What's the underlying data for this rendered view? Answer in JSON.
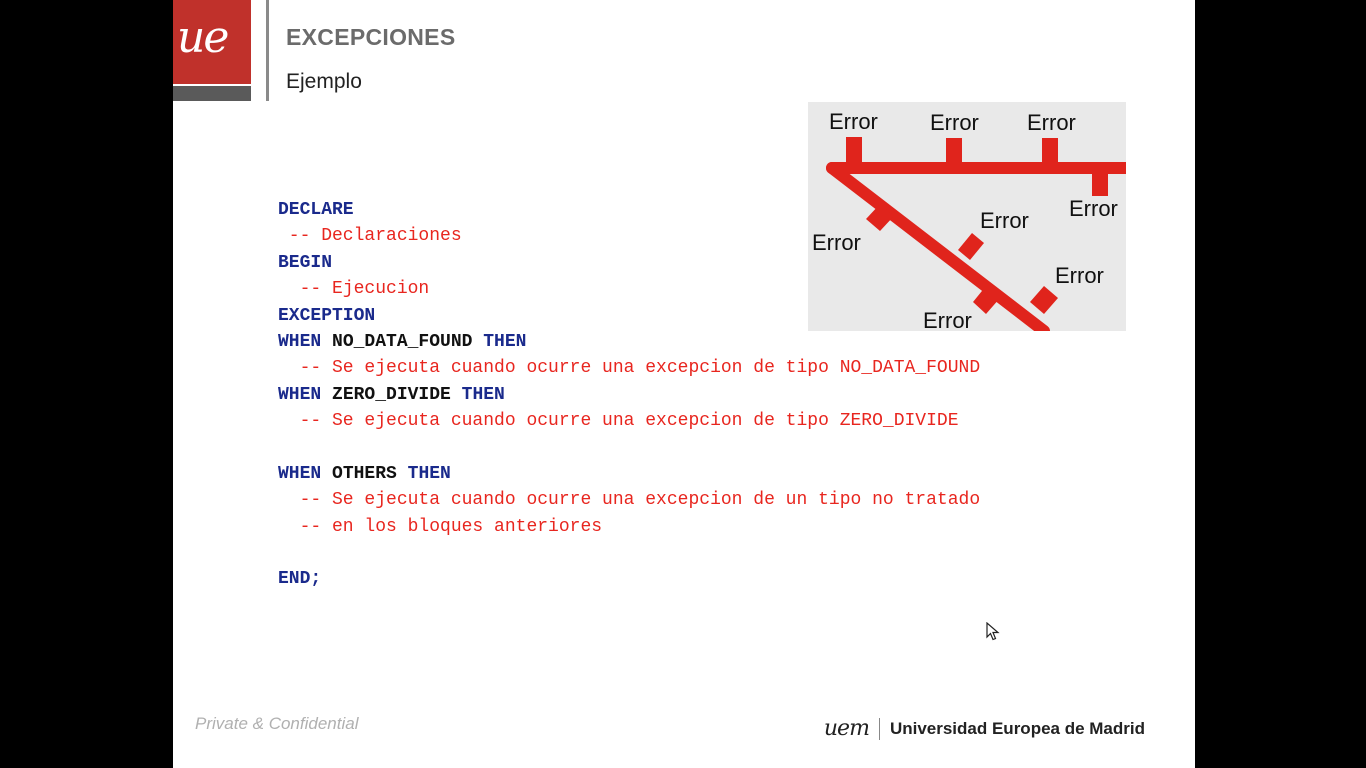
{
  "header": {
    "logo_text": "ue",
    "title": "EXCEPCIONES",
    "subtitle": "Ejemplo"
  },
  "code_lines": [
    [
      {
        "t": "DECLARE",
        "c": "kw"
      }
    ],
    [
      {
        "t": " -- Declaraciones",
        "c": "cm"
      }
    ],
    [
      {
        "t": "BEGIN",
        "c": "kw"
      }
    ],
    [
      {
        "t": "  -- Ejecucion",
        "c": "cm"
      }
    ],
    [
      {
        "t": "EXCEPTION",
        "c": "kw"
      }
    ],
    [
      {
        "t": "WHEN",
        "c": "kw"
      },
      {
        "t": " NO_DATA_FOUND ",
        "c": "id"
      },
      {
        "t": "THEN",
        "c": "kw"
      }
    ],
    [
      {
        "t": "  -- Se ejecuta cuando ocurre una excepcion de tipo NO_DATA_FOUND",
        "c": "cm"
      }
    ],
    [
      {
        "t": "WHEN",
        "c": "kw"
      },
      {
        "t": " ZERO_DIVIDE ",
        "c": "id"
      },
      {
        "t": "THEN",
        "c": "kw"
      }
    ],
    [
      {
        "t": "  -- Se ejecuta cuando ocurre una excepcion de tipo ZERO_DIVIDE",
        "c": "cm"
      }
    ],
    [],
    [
      {
        "t": "WHEN",
        "c": "kw"
      },
      {
        "t": " OTHERS ",
        "c": "id"
      },
      {
        "t": "THEN",
        "c": "kw"
      }
    ],
    [
      {
        "t": "  -- Se ejecuta cuando ocurre una excepcion de un tipo no tratado",
        "c": "cm"
      }
    ],
    [
      {
        "t": "  -- en los bloques anteriores",
        "c": "cm"
      }
    ],
    [],
    [
      {
        "t": "END;",
        "c": "kw"
      }
    ]
  ],
  "error_image": {
    "labels": [
      "Error",
      "Error",
      "Error",
      "Error",
      "Error",
      "Error",
      "Error",
      "Error"
    ],
    "line_color": "#e0241c"
  },
  "footer": {
    "confidential": "Private & Confidential",
    "brand_mark": "uem",
    "brand_name": "Universidad Europea de Madrid"
  },
  "colors": {
    "brand_red": "#c0312b",
    "keyword": "#1a2a8c",
    "comment": "#e8261f"
  }
}
